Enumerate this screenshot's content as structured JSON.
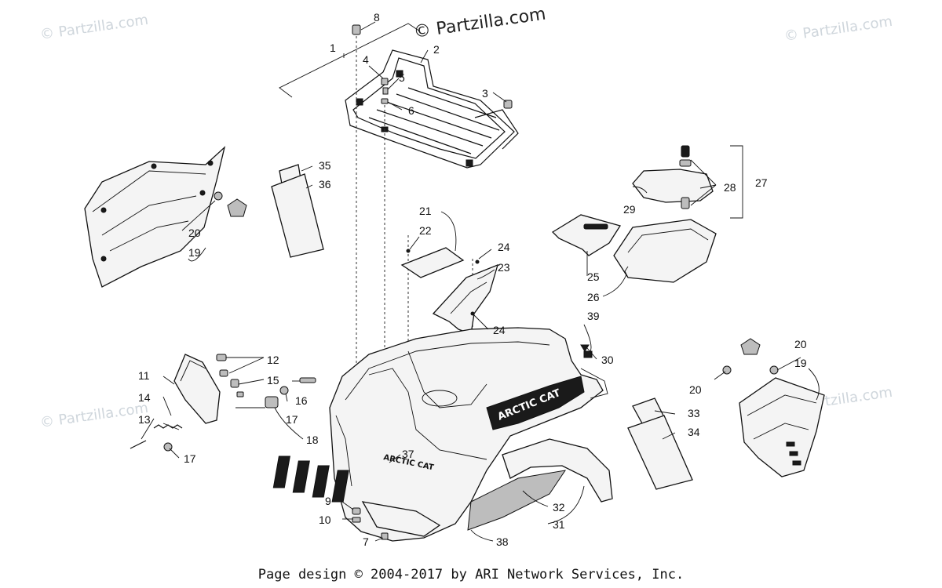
{
  "watermarks": {
    "main": "© Partzilla.com",
    "faint": "© Partzilla.com"
  },
  "footer": "Page design © 2004-2017 by ARI Network Services, Inc.",
  "branding": {
    "side_logo": "ARCTIC CAT",
    "front_logo": "ARCTIC CAT"
  },
  "callouts": {
    "c1": "1",
    "c2": "2",
    "c3": "3",
    "c4": "4",
    "c5": "5",
    "c6": "6",
    "c7": "7",
    "c8": "8",
    "c9": "9",
    "c10": "10",
    "c11": "11",
    "c12": "12",
    "c13": "13",
    "c14": "14",
    "c15": "15",
    "c16": "16",
    "c17": "17",
    "c18": "18",
    "c19": "19",
    "c20": "20",
    "c21": "21",
    "c22": "22",
    "c23": "23",
    "c24": "24",
    "c25": "25",
    "c26": "26",
    "c27": "27",
    "c28": "28",
    "c29": "29",
    "c30": "30",
    "c31": "31",
    "c32": "32",
    "c33": "33",
    "c34": "34",
    "c35": "35",
    "c36": "36",
    "c37": "37",
    "c38": "38",
    "c39": "39"
  }
}
